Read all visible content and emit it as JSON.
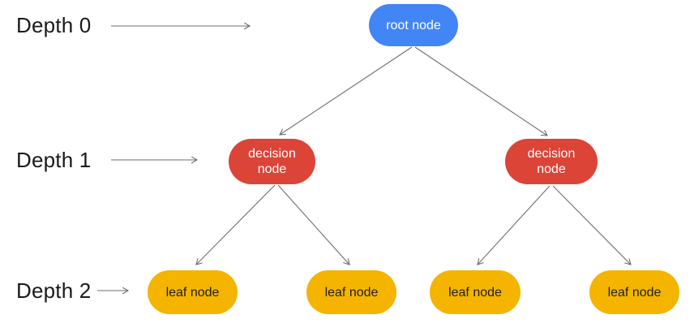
{
  "diagram": {
    "type": "decision-tree",
    "depth_labels": [
      {
        "label": "Depth 0",
        "depth": 0
      },
      {
        "label": "Depth 1",
        "depth": 1
      },
      {
        "label": "Depth 2",
        "depth": 2
      }
    ],
    "nodes": {
      "root": {
        "label": "root node",
        "type": "root",
        "color": "#4285F4",
        "text_color": "#FFFFFF"
      },
      "decision_left": {
        "label": "decision node",
        "type": "decision",
        "color": "#DB4437",
        "text_color": "#FFFFFF"
      },
      "decision_right": {
        "label": "decision node",
        "type": "decision",
        "color": "#DB4437",
        "text_color": "#FFFFFF"
      },
      "leaf_1": {
        "label": "leaf node",
        "type": "leaf",
        "color": "#F4B400",
        "text_color": "#202124"
      },
      "leaf_2": {
        "label": "leaf node",
        "type": "leaf",
        "color": "#F4B400",
        "text_color": "#202124"
      },
      "leaf_3": {
        "label": "leaf node",
        "type": "leaf",
        "color": "#F4B400",
        "text_color": "#202124"
      },
      "leaf_4": {
        "label": "leaf node",
        "type": "leaf",
        "color": "#F4B400",
        "text_color": "#202124"
      }
    },
    "edges": [
      {
        "from": "root",
        "to": "decision_left"
      },
      {
        "from": "root",
        "to": "decision_right"
      },
      {
        "from": "decision_left",
        "to": "leaf_1"
      },
      {
        "from": "decision_left",
        "to": "leaf_2"
      },
      {
        "from": "decision_right",
        "to": "leaf_3"
      },
      {
        "from": "decision_right",
        "to": "leaf_4"
      }
    ],
    "colors": {
      "edge_gray": "#6E6E6E",
      "label_text": "#1A1A1A",
      "background": "#FFFFFF"
    }
  }
}
